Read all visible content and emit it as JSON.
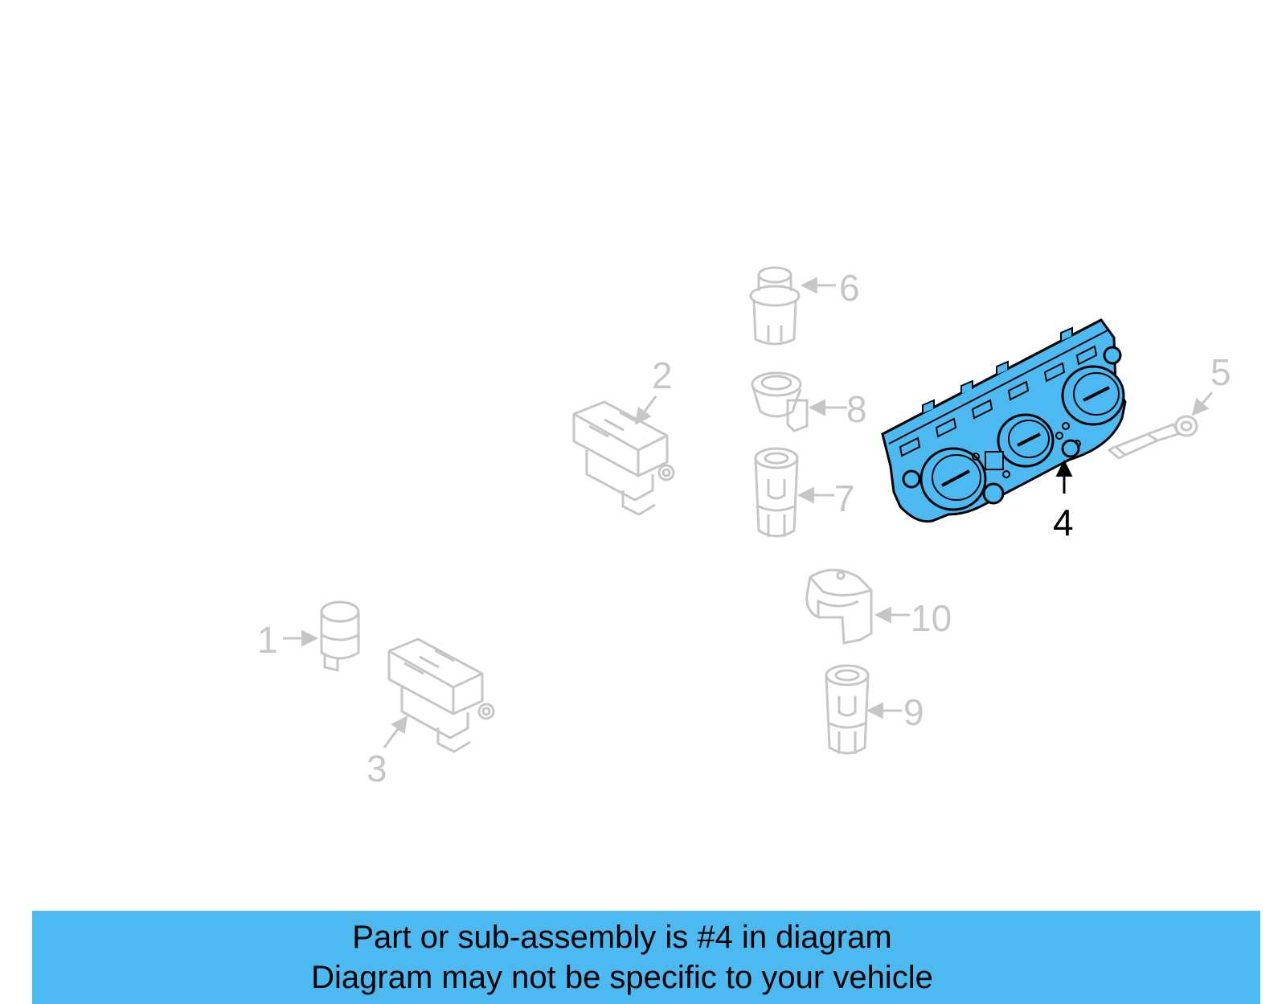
{
  "callouts": [
    "1",
    "2",
    "3",
    "4",
    "5",
    "6",
    "7",
    "8",
    "9",
    "10"
  ],
  "banner": {
    "line1": "Part or sub-assembly is #4 in diagram",
    "line2": "Diagram may not be specific to your vehicle"
  },
  "colors": {
    "highlight": "#4cb9f0",
    "part_line": "#c6c6c6",
    "text": "#000000"
  }
}
